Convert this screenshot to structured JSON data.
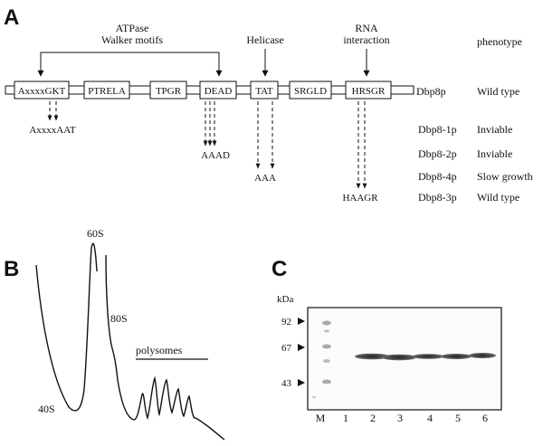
{
  "panel_a": {
    "letter": "A",
    "labels": {
      "atpase_line1": "ATPase",
      "atpase_line2": "Walker motifs",
      "helicase": "Helicase",
      "rna_line1": "RNA",
      "rna_line2": "interaction",
      "phenotype_header": "phenotype"
    },
    "motifs": [
      "AxxxxGKT",
      "PTRELA",
      "TPGR",
      "DEAD",
      "TAT",
      "SRGLD",
      "HRSGR"
    ],
    "mutations": [
      "AxxxxAAT",
      "AAAD",
      "AAA",
      "HAAGR"
    ],
    "proteins": [
      "Dbp8p",
      "Dbp8-1p",
      "Dbp8-2p",
      "Dbp8-4p",
      "Dbp8-3p"
    ],
    "phenotypes": [
      "Wild type",
      "Inviable",
      "Inviable",
      "Slow growth",
      "Wild type"
    ]
  },
  "panel_b": {
    "letter": "B",
    "peaks": [
      "60S",
      "80S",
      "40S"
    ],
    "polysomes": "polysomes"
  },
  "panel_c": {
    "letter": "C",
    "unit": "kDa",
    "markers": [
      "92",
      "67",
      "43"
    ],
    "lanes": [
      "M",
      "1",
      "2",
      "3",
      "4",
      "5",
      "6"
    ]
  }
}
